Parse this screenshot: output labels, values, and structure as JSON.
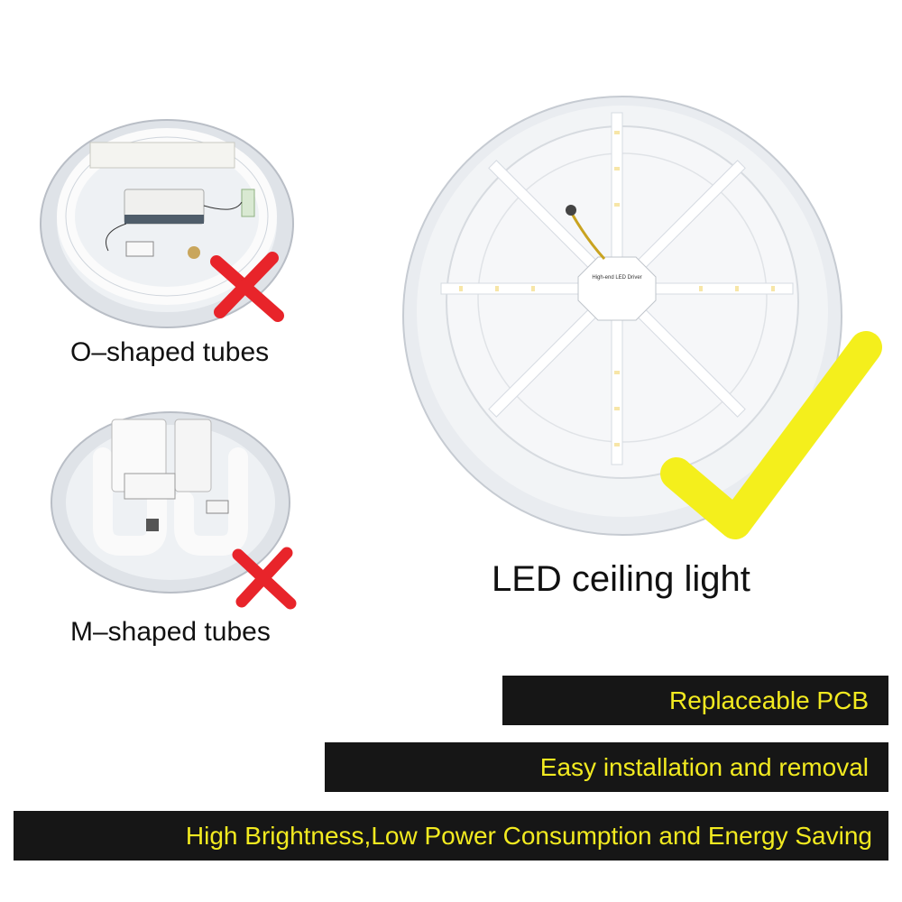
{
  "products": {
    "o_tube": {
      "caption": "O–shaped tubes"
    },
    "m_tube": {
      "caption": "M–shaped tubes"
    },
    "led": {
      "caption": "LED ceiling light",
      "driver_label": "High-end LED Driver"
    }
  },
  "banners": [
    {
      "label": "Replaceable PCB"
    },
    {
      "label": "Easy installation and removal"
    },
    {
      "label": "High Brightness,Low Power Consumption and Energy Saving"
    }
  ],
  "colors": {
    "cross": "#e8242a",
    "check": "#f4ef1c",
    "banner_bg": "#161616",
    "banner_text": "#f2ea20"
  }
}
